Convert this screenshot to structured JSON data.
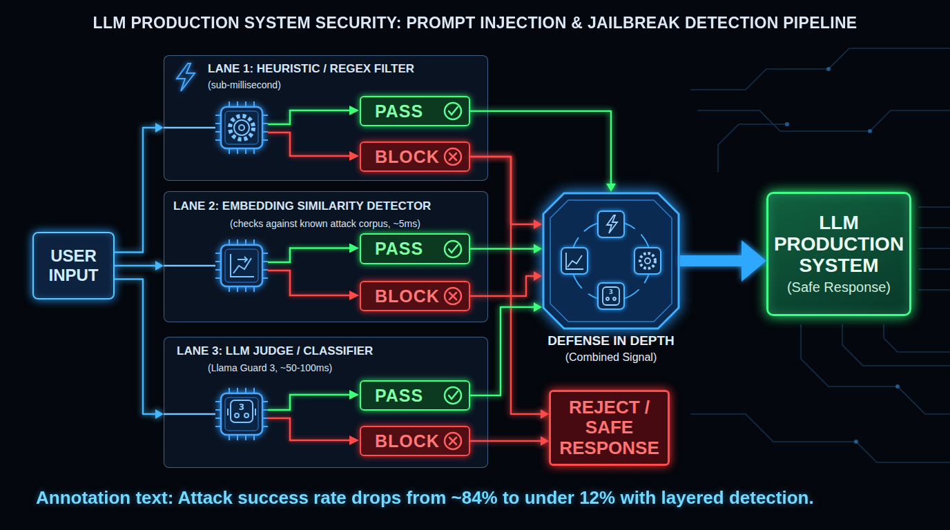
{
  "diagram": {
    "title": "LLM PRODUCTION SYSTEM SECURITY: PROMPT INJECTION & JAILBREAK DETECTION PIPELINE",
    "caption": "Annotation text: Attack success rate drops from ~84% to under 12% with layered detection.",
    "nodes": [
      {
        "text": [
          "USER INPUT"
        ]
      },
      {
        "text": [
          "LANE 1: HEURISTIC / REGEX FILTER",
          "(sub-millisecond)"
        ]
      },
      {
        "text": [
          "PASS"
        ],
        "in": 1
      },
      {
        "text": [
          "BLOCK"
        ],
        "in": 1
      },
      {
        "text": [
          "LANE 2: EMBEDDING SIMILARITY DETECTOR",
          "(checks against known attack corpus, ~5ms)"
        ]
      },
      {
        "text": [
          "PASS"
        ],
        "in": 4
      },
      {
        "text": [
          "BLOCK"
        ],
        "in": 4
      },
      {
        "text": [
          "LANE 3: LLM JUDGE / CLASSIFIER",
          "(Llama Guard 3, ~50-100ms)"
        ]
      },
      {
        "text": [
          "PASS"
        ],
        "in": 7
      },
      {
        "text": [
          "BLOCK"
        ],
        "in": 7
      },
      {
        "text": [
          "DEFENSE IN DEPTH",
          "(Combined Signal)"
        ]
      },
      {
        "text": [
          "LLM PRODUCTION SYSTEM",
          "(Safe Response)"
        ]
      },
      {
        "text": [
          "REJECT / SAFE RESPONSE"
        ]
      }
    ],
    "edges": [
      {
        "from": 0,
        "to": 1,
        "arrow": "to"
      },
      {
        "from": 0,
        "to": 4,
        "arrow": "to"
      },
      {
        "from": 0,
        "to": 7,
        "arrow": "to"
      },
      {
        "from": 2,
        "to": 10,
        "arrow": "to"
      },
      {
        "from": 3,
        "to": 10,
        "arrow": "to"
      },
      {
        "from": 3,
        "to": 12,
        "arrow": "to"
      },
      {
        "from": 5,
        "to": 10,
        "arrow": "to"
      },
      {
        "from": 6,
        "to": 10,
        "arrow": "to"
      },
      {
        "from": 8,
        "to": 10,
        "arrow": "to"
      },
      {
        "from": 9,
        "to": 12,
        "arrow": "to"
      },
      {
        "from": 10,
        "to": 11,
        "arrow": "to"
      }
    ],
    "labels": [
      "3",
      "3"
    ]
  }
}
